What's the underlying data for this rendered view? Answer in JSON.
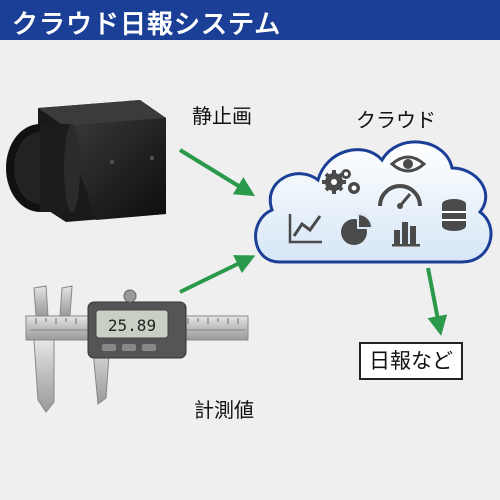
{
  "header": {
    "title": "クラウド日報システム"
  },
  "labels": {
    "still_image": "静止画",
    "cloud": "クラウド",
    "measurement": "計測値",
    "output": "日報など"
  },
  "caliper": {
    "display_value": "25.89"
  },
  "colors": {
    "header_bg": "#1b3f97",
    "arrow": "#2a9a4a",
    "cloud_border": "#1b3f97",
    "icon": "#4a4a4a"
  },
  "icons": [
    "gears-icon",
    "eye-icon",
    "gauge-icon",
    "line-chart-icon",
    "pie-chart-icon",
    "bar-chart-icon",
    "database-icon"
  ]
}
